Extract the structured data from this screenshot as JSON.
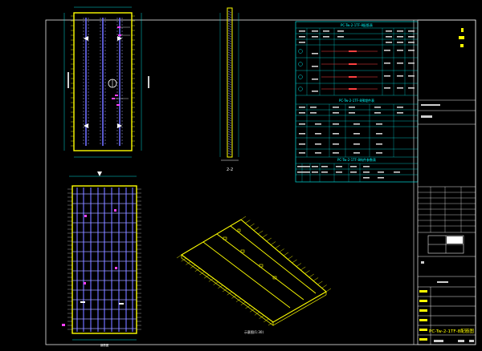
{
  "colors": {
    "background": "#000000",
    "frame": "#ffffff",
    "outline": "#ffff00",
    "rebar": "#6f6fff",
    "rebar_dense": "#9a9aff",
    "marker": "#ff3fff",
    "dimension": "#00ffff",
    "table": "#00ffff",
    "table_text": "#ffffff",
    "title_text": "#ffff00",
    "accent": "#ff4040"
  },
  "table": {
    "title1": "PC-Tw-2-1TF-8配筋表",
    "title2": "PC-Tw-2-1TF-8预埋件表",
    "title3": "PC-Tw-2-1TF-8构件参数表"
  },
  "section_label": "2-2",
  "axo_label": "示意图(1:30)",
  "plan_label": "钢筋图",
  "title_block": {
    "drawing_code": "PC-Tw-2-1TF-8配筋图"
  }
}
